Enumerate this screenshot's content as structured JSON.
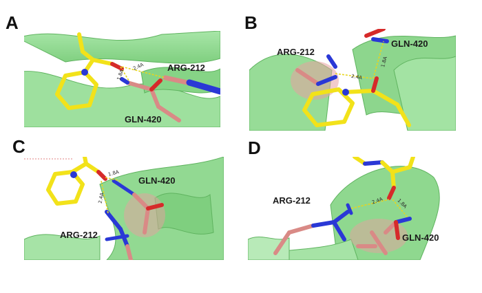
{
  "colors": {
    "protein_ribbon": "#8fd98f",
    "ribbon_edge": "#5fb35f",
    "ligand_carbon": "#f2e21a",
    "nitrogen": "#2a38d6",
    "oxygen": "#d62a2a",
    "residue_carbon": "#d98a86",
    "hbond": "#e7d51e"
  },
  "panels": [
    {
      "letter": "A",
      "residues": [
        "ARG-212",
        "GLN-420"
      ],
      "distances": [
        "2.4A",
        "1.8A"
      ]
    },
    {
      "letter": "B",
      "residues": [
        "ARG-212",
        "GLN-420"
      ],
      "distances": [
        "2.4A",
        "1.8A"
      ]
    },
    {
      "letter": "C",
      "residues": [
        "GLN-420",
        "ARG-212"
      ],
      "distances": [
        "1.8A",
        "2.4A"
      ]
    },
    {
      "letter": "D",
      "residues": [
        "ARG-212",
        "GLN-420"
      ],
      "distances": [
        "2.4A",
        "1.8A"
      ]
    }
  ]
}
